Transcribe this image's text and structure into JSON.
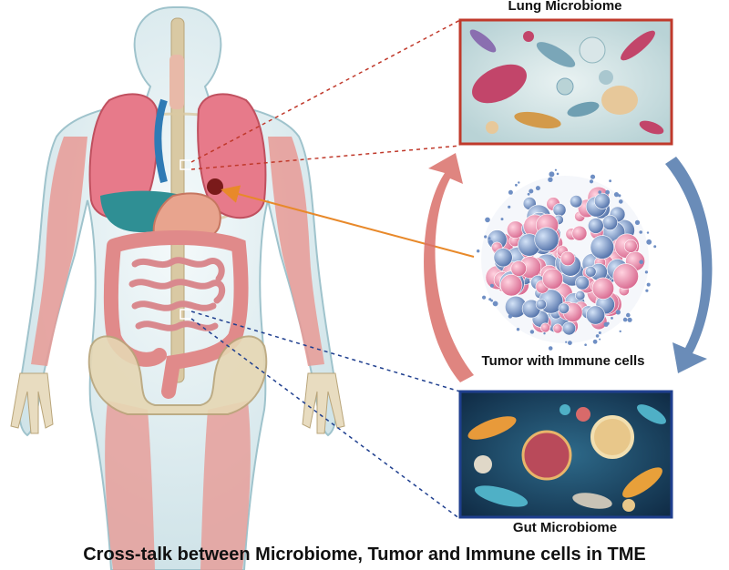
{
  "labels": {
    "lung": "Lung Microbiome",
    "tumor": "Tumor with Immune cells",
    "gut": "Gut Microbiome"
  },
  "caption": "Cross-talk between Microbiome, Tumor and Immune cells in TME",
  "colors": {
    "lung_frame": "#c0392b",
    "gut_frame": "#1f3f8f",
    "arrow_red": "#d9706a",
    "arrow_blue": "#5a7fb0",
    "pointer_arrow": "#e8892a",
    "tumor_pink": "#e07aa0",
    "tumor_blue": "#6f8fc4"
  }
}
